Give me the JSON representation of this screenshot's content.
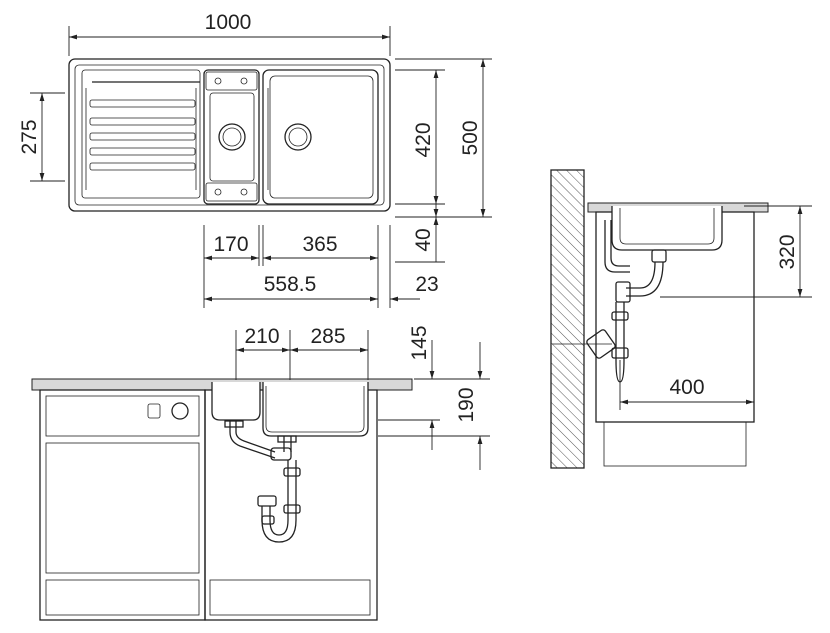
{
  "dimensions": {
    "overall_width": "1000",
    "bowl_depth": "275",
    "inner_depth": "420",
    "overall_depth": "500",
    "edge_offset": "40",
    "small_bowl_width": "170",
    "main_bowl_width": "365",
    "bowl_span": "558.5",
    "rim_offset": "23",
    "front_drain_offset": "210",
    "rear_drain_offset": "285",
    "small_bowl_height": "145",
    "main_bowl_height": "190",
    "side_height": "320",
    "side_distance": "400"
  }
}
